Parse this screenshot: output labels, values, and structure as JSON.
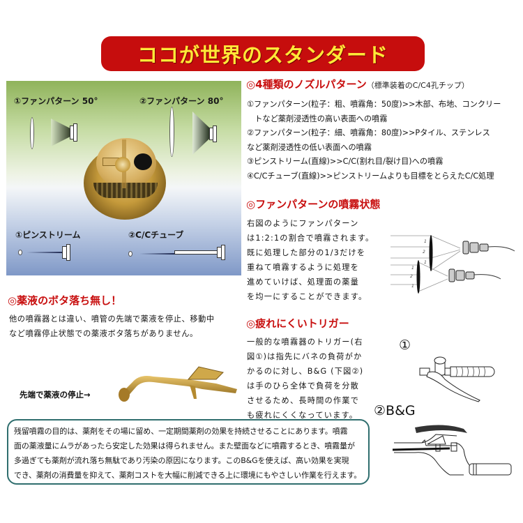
{
  "banner": {
    "title": "ココが世界のスタンダード",
    "bg_color": "#c60d0d",
    "text_color": "#ffe838"
  },
  "nozzle_panel": {
    "labels": {
      "fan50": "①ファンパターン 50°",
      "fan80": "②ファンパターン 80°",
      "pinstream": "①ピンストリーム",
      "cc_tube": "②C/Cチューブ"
    }
  },
  "nozzle_patterns": {
    "heading": "◎4種類のノズルパターン",
    "subheading": "（標準装着のC/C4孔チップ）",
    "lines": [
      "①ファンパターン(粒子：粗、噴霧角：50度)>>木部、布地、コンクリー",
      "　トなど薬剤浸透性の高い表面への噴霧",
      "②ファンパターン(粒子：細、噴霧角：80度)>>Pタイル、ステンレス",
      "など薬剤浸透性の低い表面への噴霧",
      "③ピンストリーム(直線)>>C/C(割れ目/裂け目)への噴霧",
      "④C/Cチューブ(直線)>>ピンストリームよりも目標をとらえたC/C処理"
    ]
  },
  "fan_spray": {
    "heading": "◎ファンパターンの噴霧状態",
    "lines": [
      "右図のようにファンパターン",
      "は1:2:1の割合で噴霧されます。",
      "既に処理した部分の1/3だけを",
      "重ねて噴霧するように処理を",
      "進めていけば、処理面の薬量",
      "を均一にすることができます。"
    ],
    "diagram_ratio_labels": [
      "1",
      "2",
      "1",
      "1",
      "2",
      "1"
    ]
  },
  "no_drip": {
    "heading": "◎薬液のボタ落ち無し！",
    "lines": [
      "他の噴霧器とは違い、噴管の先端で薬液を停止、移動中",
      "など噴霧停止状態での薬液ボタ落ちがありません。"
    ],
    "caption": "先端で薬液の停止→"
  },
  "trigger": {
    "heading": "◎疲れにくいトリガー",
    "lines": [
      "一般的な噴霧器のトリガー(右",
      "図①)は指先にバネの負荷がか",
      "かるのに対し、B&G (下図②)",
      "は手のひら全体で負荷を分散",
      "させるため、長時間の作業で",
      "も疲れにくくなっています。"
    ],
    "figure1_label": "①",
    "figure2_label": "②B&G"
  },
  "note": {
    "border_color": "#2f6e6e",
    "lines": [
      "残留噴霧の目的は、薬剤をその場に留め、一定期間薬剤の効果を持続させることにあります。噴霧",
      "面の薬液量にムラがあったら安定した効果は得られません。また壁面などに噴霧するとき、噴霧量が",
      "多過ぎても薬剤が流れ落ち無駄であり汚染の原因になります。このB&Gを使えば、高い効果を実現",
      "でき、薬剤の消費量を抑えて、薬剤コストを大幅に削減できる上に環境にもやさしい作業を行えます。"
    ]
  }
}
